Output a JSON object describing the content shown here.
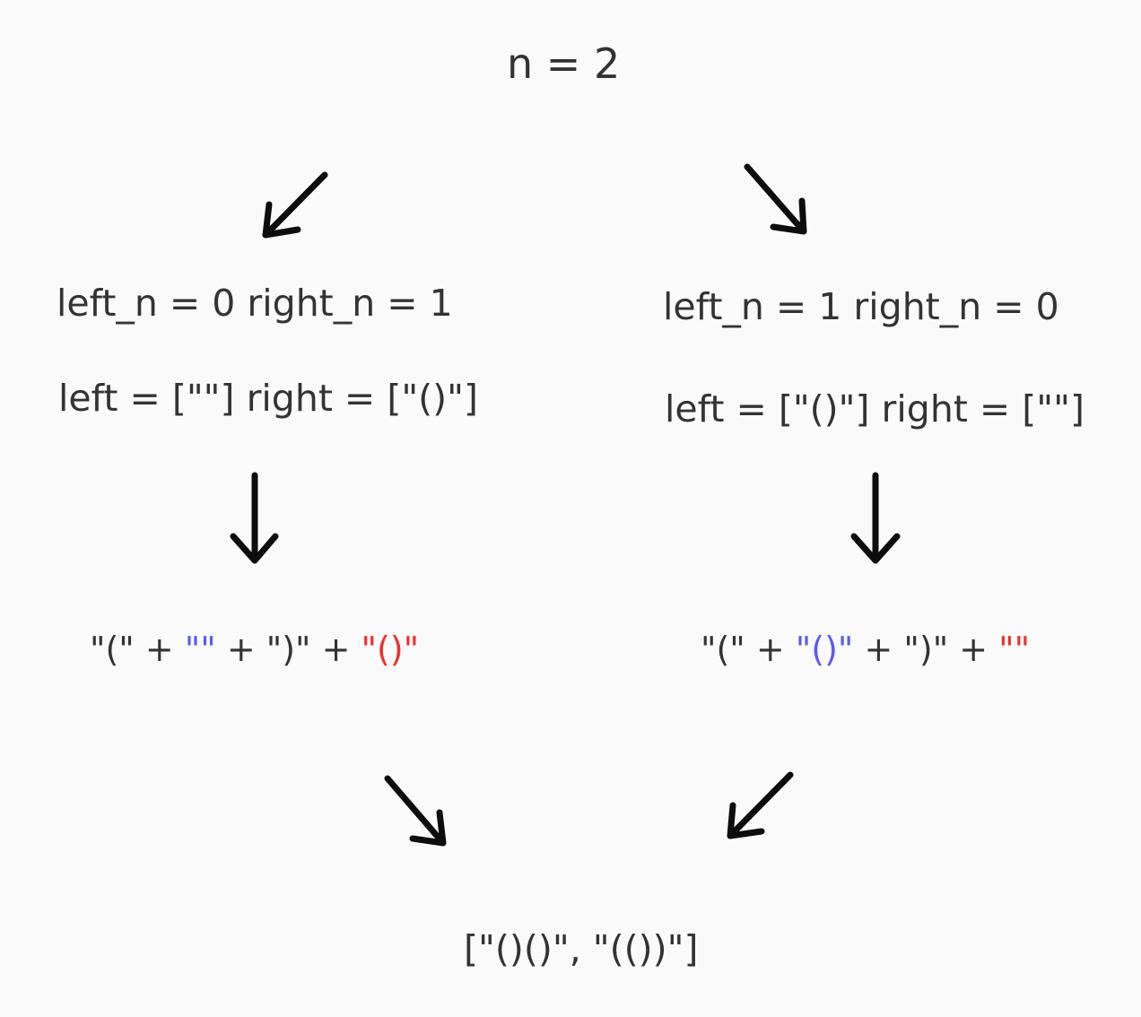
{
  "root": {
    "text": "n = 2"
  },
  "left_branch": {
    "counts": "left_n = 0 right_n = 1",
    "lists": "left = [\"\"] right = [\"()\"]",
    "expr": {
      "open": "\"(\" + ",
      "left_part": "\"\"",
      "mid": " + \")\" + ",
      "right_part": "\"()\""
    }
  },
  "right_branch": {
    "counts": "left_n = 1 right_n = 0",
    "lists": "left = [\"()\"] right = [\"\"]",
    "expr": {
      "open": "\"(\" + ",
      "left_part": "\"()\"",
      "mid": " + \")\" + ",
      "right_part": "\"\""
    }
  },
  "result": {
    "text": "[\"()()\", \"(())\"]"
  },
  "colors": {
    "left_part": "#5b5bf0",
    "right_part": "#ee2e2e",
    "arrow": "#0d0d0d",
    "text": "#333333",
    "background": "#fafafa"
  }
}
